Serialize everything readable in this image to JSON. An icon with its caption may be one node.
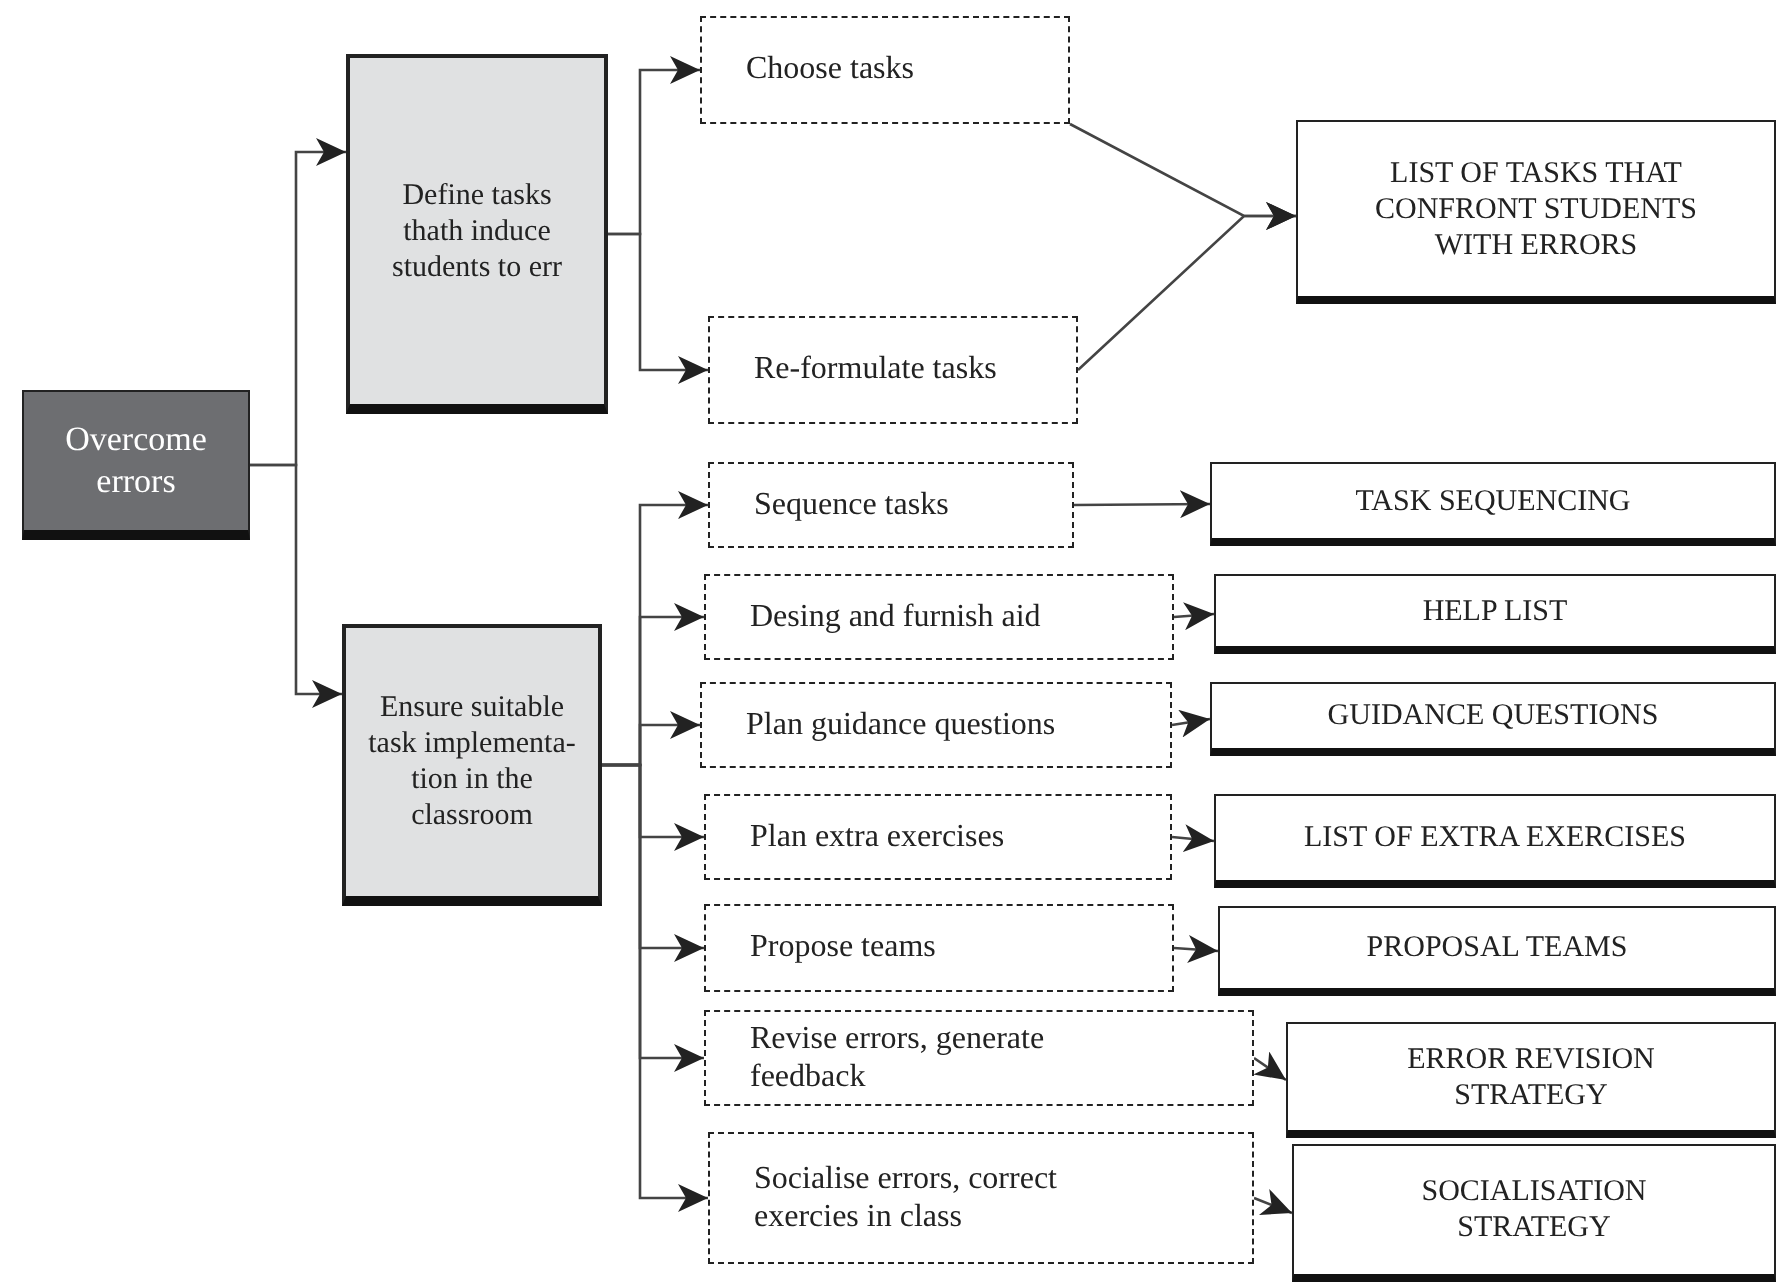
{
  "diagram": {
    "nodes": [
      {
        "text": [
          "Overcome errors"
        ]
      },
      {
        "text": [
          "Define tasks thath induce students to err"
        ]
      },
      {
        "text": [
          "Ensure suitable task implementa- tion in the classroom"
        ]
      },
      {
        "text": [
          "Choose tasks"
        ]
      },
      {
        "text": [
          "Re-formulate tasks"
        ]
      },
      {
        "text": [
          "LIST OF TASKS THAT CONFRONT STUDENTS WITH ERRORS"
        ]
      },
      {
        "text": [
          "Sequence tasks"
        ]
      },
      {
        "text": [
          "TASK SEQUENCING"
        ]
      },
      {
        "text": [
          "Desing and furnish aid"
        ]
      },
      {
        "text": [
          "HELP LIST"
        ]
      },
      {
        "text": [
          "Plan guidance questions"
        ]
      },
      {
        "text": [
          "GUIDANCE QUESTIONS"
        ]
      },
      {
        "text": [
          "Plan extra exercises"
        ]
      },
      {
        "text": [
          "LIST OF EXTRA EXERCISES"
        ]
      },
      {
        "text": [
          "Propose teams"
        ]
      },
      {
        "text": [
          "PROPOSAL TEAMS"
        ]
      },
      {
        "text": [
          "Revise errors, generate feedback"
        ]
      },
      {
        "text": [
          "ERROR REVISION STRATEGY"
        ]
      },
      {
        "text": [
          "Socialise errors, correct exercies in class"
        ]
      },
      {
        "text": [
          "SOCIALISATION STRATEGY"
        ]
      }
    ],
    "edges": [
      {
        "from": 0,
        "to": 1,
        "arrow": "to"
      },
      {
        "from": 0,
        "to": 2,
        "arrow": "to"
      },
      {
        "from": 1,
        "to": 3,
        "arrow": "to"
      },
      {
        "from": 1,
        "to": 4,
        "arrow": "to"
      },
      {
        "from": 3,
        "to": 5,
        "arrow": "to"
      },
      {
        "from": 4,
        "to": 5,
        "arrow": "to"
      },
      {
        "from": 2,
        "to": 6,
        "arrow": "to"
      },
      {
        "from": 2,
        "to": 8,
        "arrow": "to"
      },
      {
        "from": 2,
        "to": 10,
        "arrow": "to"
      },
      {
        "from": 2,
        "to": 12,
        "arrow": "to"
      },
      {
        "from": 2,
        "to": 14,
        "arrow": "to"
      },
      {
        "from": 2,
        "to": 16,
        "arrow": "to"
      },
      {
        "from": 2,
        "to": 18,
        "arrow": "to"
      },
      {
        "from": 6,
        "to": 7,
        "arrow": "to"
      },
      {
        "from": 8,
        "to": 9,
        "arrow": "to"
      },
      {
        "from": 10,
        "to": 11,
        "arrow": "to"
      },
      {
        "from": 12,
        "to": 13,
        "arrow": "to"
      },
      {
        "from": 14,
        "to": 15,
        "arrow": "to"
      },
      {
        "from": 16,
        "to": 17,
        "arrow": "to"
      },
      {
        "from": 18,
        "to": 19,
        "arrow": "to"
      }
    ]
  }
}
